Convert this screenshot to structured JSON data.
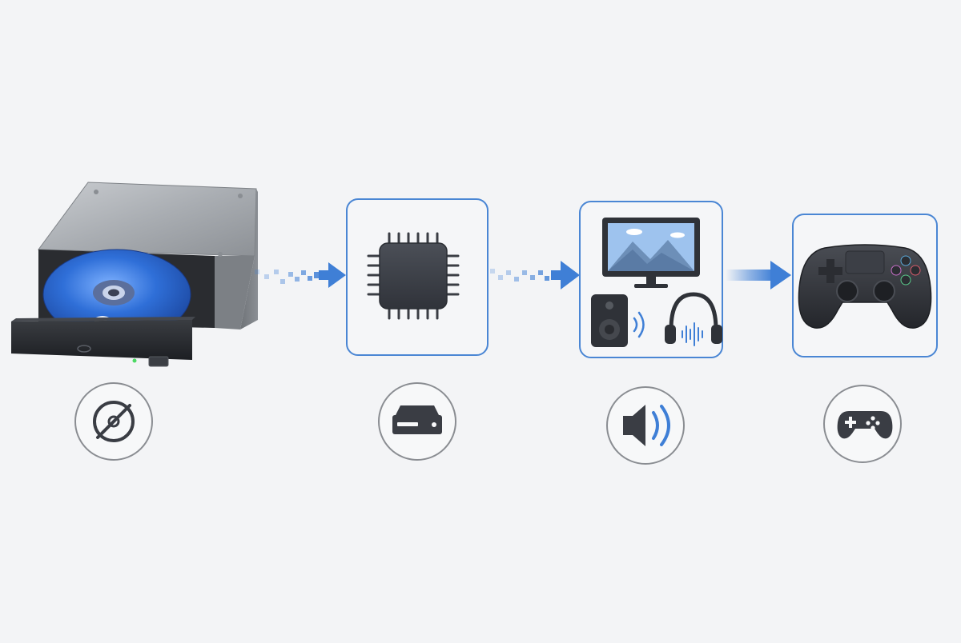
{
  "diagram": {
    "colors": {
      "background": "#f3f4f6",
      "accent_blue": "#3f7fd6",
      "card_border": "#4a86d4",
      "card_fill": "#f5f6f8",
      "icon_dark": "#3a3d44",
      "circle_stroke": "#8a8d92",
      "disc_blue": "#2f6fd8",
      "drive_silver": "#9aa0a6"
    },
    "nodes": [
      {
        "id": "optical-drive",
        "icon": "blu-ray-drive-icon",
        "badge_icon": "disc-icon"
      },
      {
        "id": "processor",
        "icon": "cpu-chip-icon",
        "badge_icon": "storage-drive-icon"
      },
      {
        "id": "audio-video",
        "icon": "monitor-speaker-headphones-icon",
        "badge_icon": "speaker-volume-icon"
      },
      {
        "id": "game-controller",
        "icon": "gamepad-icon",
        "badge_icon": "gamepad-small-icon"
      }
    ],
    "connectors": [
      {
        "from": "optical-drive",
        "to": "processor",
        "style": "pixelated-arrow"
      },
      {
        "from": "processor",
        "to": "audio-video",
        "style": "pixelated-arrow"
      },
      {
        "from": "audio-video",
        "to": "game-controller",
        "style": "gradient-arrow"
      }
    ]
  }
}
